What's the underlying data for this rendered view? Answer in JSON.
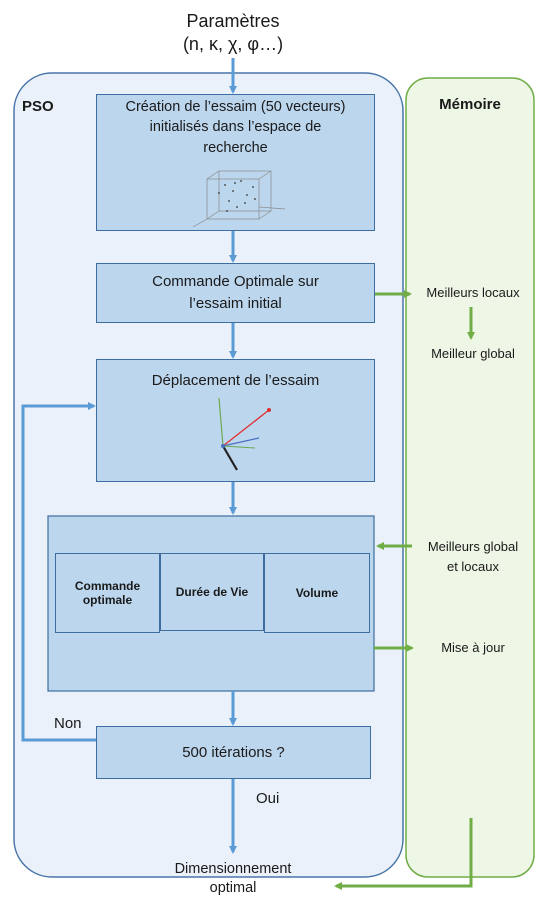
{
  "input": {
    "title": "Paramètres",
    "params": "(n, κ, χ, φ…)"
  },
  "pso": {
    "label": "PSO"
  },
  "memory": {
    "label": "Mémoire",
    "best_locals": "Meilleurs locaux",
    "best_global": "Meilleur global",
    "best_global_and_local": [
      "Meilleurs global",
      "et locaux"
    ],
    "update": "Mise à jour"
  },
  "steps": {
    "creation": [
      "Création de l’essaim (50 vecteurs)",
      "initialisés dans l’espace de",
      "recherche"
    ],
    "initial_command": [
      "Commande Optimale sur",
      "l’essaim initial"
    ],
    "displacement": "Déplacement de l’essaim",
    "evaluation": [
      "Commande",
      "optimale"
    ],
    "lifetime": "Durée de Vie",
    "volume": "Volume",
    "iterations": "500 itérations ?"
  },
  "decision": {
    "no": "Non",
    "yes": "Oui"
  },
  "output": [
    "Dimensionnement",
    "optimal"
  ],
  "colors": {
    "flow_arrow": "#5b9bd5",
    "memory_arrow": "#70ad47",
    "box_fill": "#bcd6ee",
    "pso_fill": "#eaf1fa",
    "memory_fill": "#eef6e6"
  }
}
